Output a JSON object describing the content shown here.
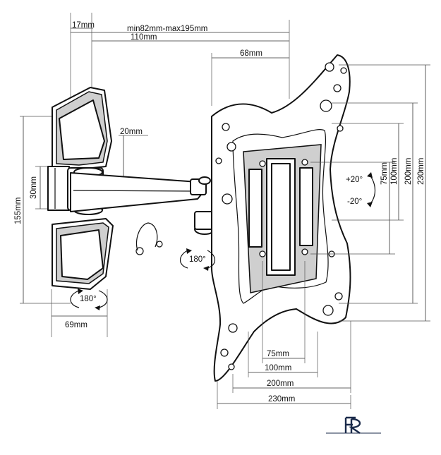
{
  "dimensions": {
    "depth_range": "min82mm-max195mm",
    "wall_offset": "17mm",
    "arm_length": "110mm",
    "plate_depth": "68mm",
    "arm_height": "20mm",
    "arm_thickness": "30mm",
    "wall_plate_height": "155mm",
    "wall_plate_width": "69mm",
    "vesa_v_75": "75mm",
    "vesa_v_100": "100mm",
    "vesa_v_200": "200mm",
    "vesa_v_230": "230mm",
    "vesa_h_75": "75mm",
    "vesa_h_100": "100mm",
    "vesa_h_200": "200mm",
    "vesa_h_230": "230mm"
  },
  "rotation": {
    "wall_swivel": "180°",
    "arm_swivel": "180°",
    "tilt_up": "+20°",
    "tilt_down": "-20°"
  },
  "logo": "FR"
}
